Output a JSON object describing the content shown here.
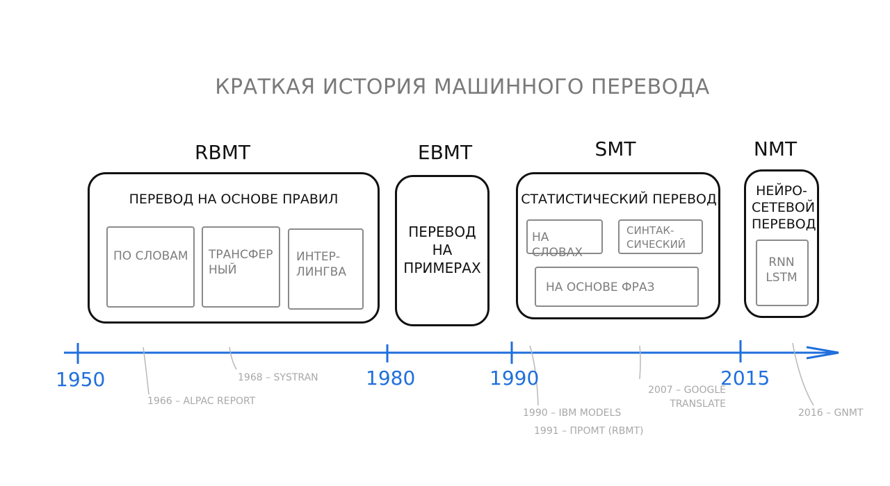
{
  "title": "КРАТКАЯ ИСТОРИЯ МАШИННОГО ПЕРЕВОДА",
  "colors": {
    "timeline": "#1f6fdc",
    "box_border": "#111111",
    "sub_border": "#8a8a8a",
    "event_text": "#a8a8a8"
  },
  "eras": [
    {
      "label": "RBMT",
      "heading": "ПЕРЕВОД НА ОСНОВЕ ПРАВИЛ",
      "subs": [
        "ПО СЛОВАМ",
        "ТРАНСФЕР НЫЙ",
        "ИНТЕР-ЛИНГВА"
      ]
    },
    {
      "label": "EBMT",
      "heading": "ПЕРЕВОД НА ПРИМЕРАХ"
    },
    {
      "label": "SMT",
      "heading": "СТАТИСТИЧЕСКИЙ ПЕРЕВОД",
      "subs": [
        "НА СЛОВАХ",
        "СИНТАК-СИЧЕСКИЙ",
        "НА ОСНОВЕ ФРАЗ"
      ]
    },
    {
      "label": "NMT",
      "heading": "НЕЙРО-СЕТЕВОЙ ПЕРЕВОД",
      "subs": [
        "RNN LSTM"
      ]
    }
  ],
  "years": [
    "1950",
    "1980",
    "1990",
    "2015"
  ],
  "events": [
    "1966 – ALPAC REPORT",
    "1968 – SYSTRAN",
    "1990 – IBM MODELS",
    "1991 – ПРОМТ (RBMT)",
    "2007 – GOOGLE TRANSLATE",
    "2016 – GNMT"
  ]
}
